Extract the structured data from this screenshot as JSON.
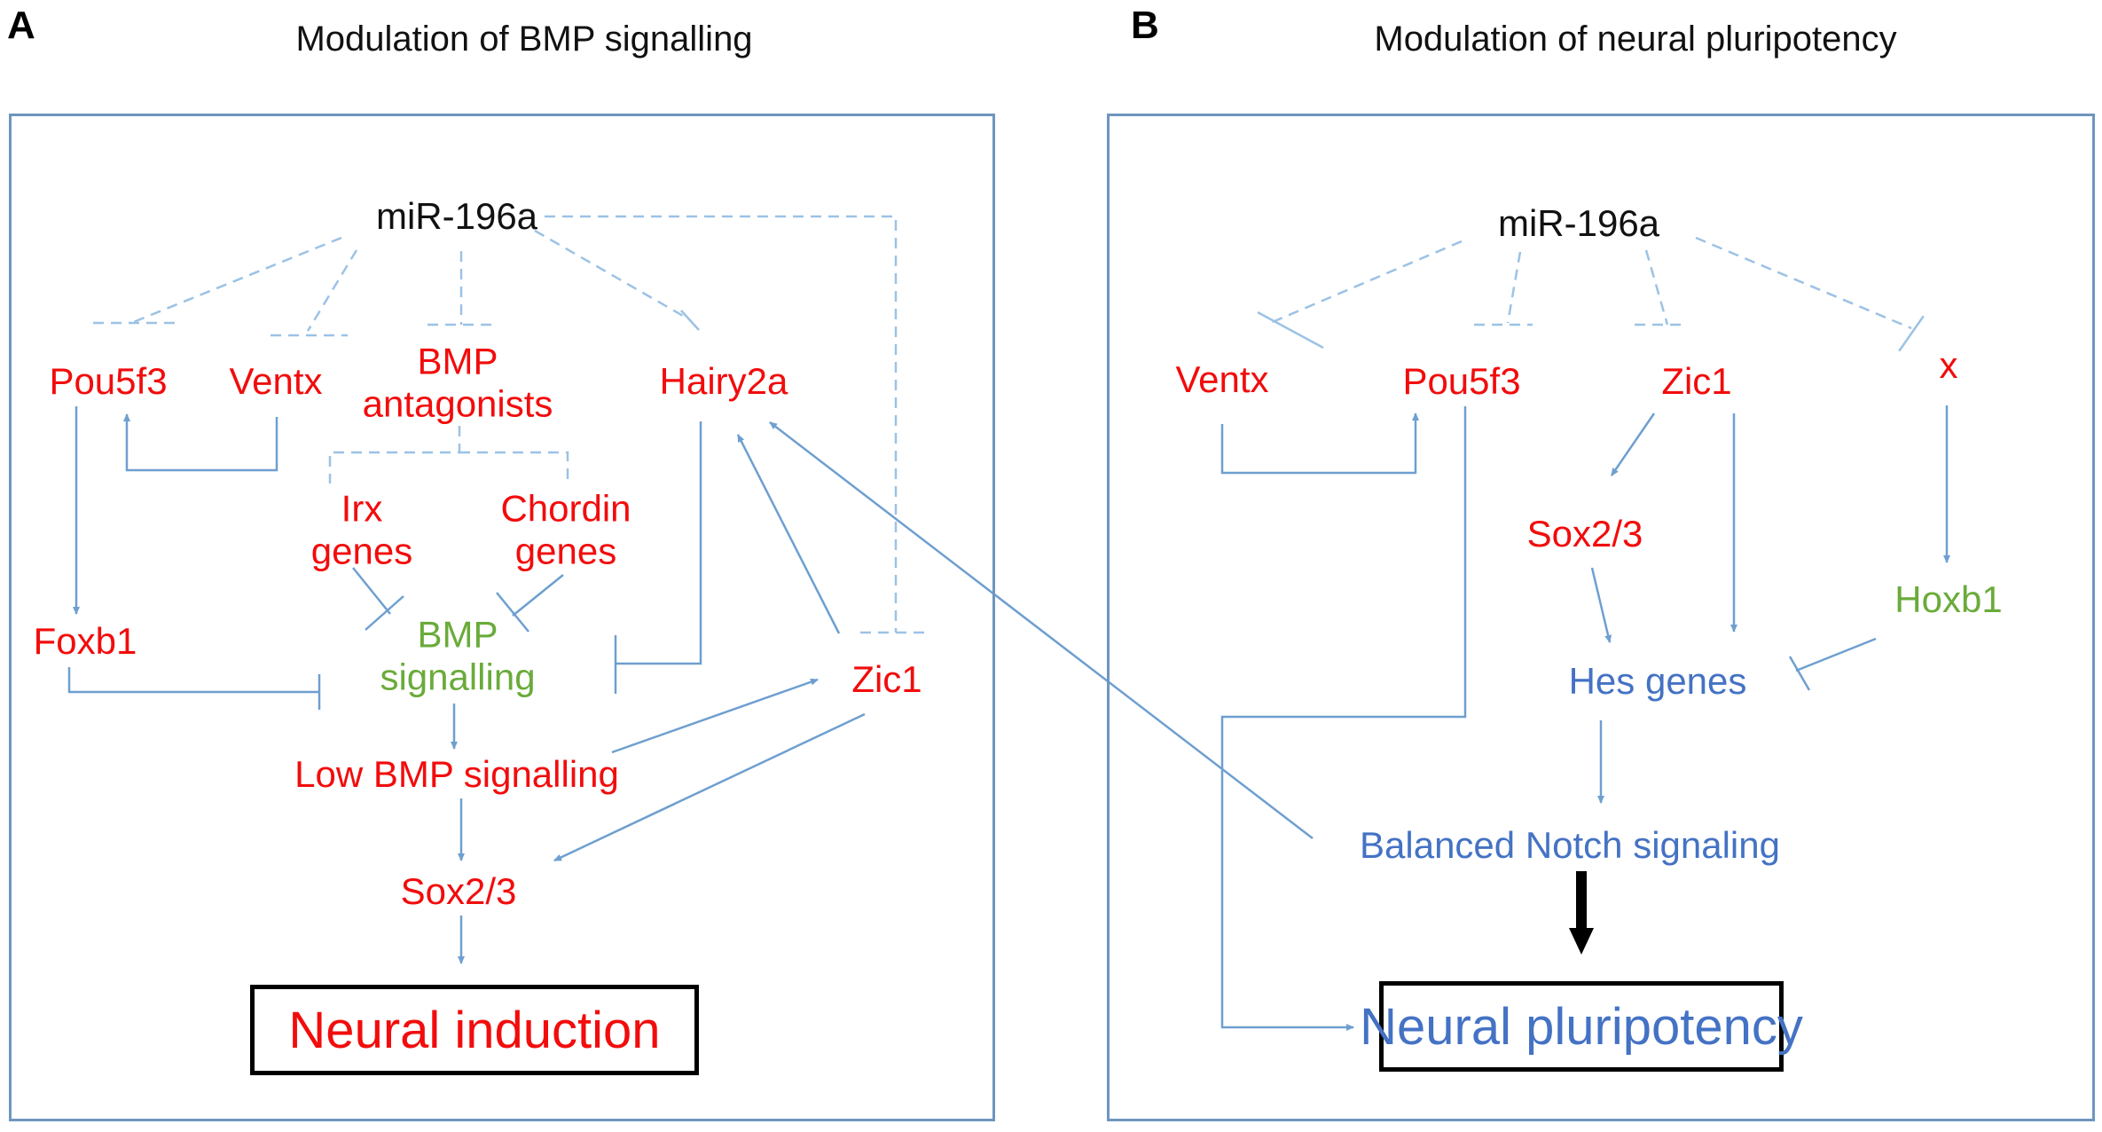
{
  "panel_a": {
    "letter": "A",
    "title": "Modulation of BMP signalling",
    "nodes": {
      "mir": "miR-196a",
      "pou5f3": "Pou5f3",
      "ventx": "Ventx",
      "bmp_antagonists_1": "BMP",
      "bmp_antagonists_2": "antagonists",
      "hairy2a": "Hairy2a",
      "irx_1": "Irx",
      "irx_2": "genes",
      "chordin_1": "Chordin",
      "chordin_2": "genes",
      "foxb1": "Foxb1",
      "bmp_signalling_1": "BMP",
      "bmp_signalling_2": "signalling",
      "zic1": "Zic1",
      "low_bmp": "Low BMP signalling",
      "sox23": "Sox2/3"
    },
    "result": "Neural induction"
  },
  "panel_b": {
    "letter": "B",
    "title": "Modulation of neural pluripotency",
    "nodes": {
      "mir": "miR-196a",
      "ventx": "Ventx",
      "pou5f3": "Pou5f3",
      "zic1": "Zic1",
      "x": "x",
      "sox23": "Sox2/3",
      "hoxb1": "Hoxb1",
      "hes": "Hes genes",
      "notch": "Balanced Notch signaling"
    },
    "result": "Neural pluripotency"
  },
  "colors": {
    "gene_red": "#f20c0c",
    "signal_green": "#6aab3a",
    "notch_blue": "#4472c4",
    "edge_blue": "#6e9fd0",
    "dashed_blue": "#9cc2e5",
    "text_black": "#111111"
  }
}
